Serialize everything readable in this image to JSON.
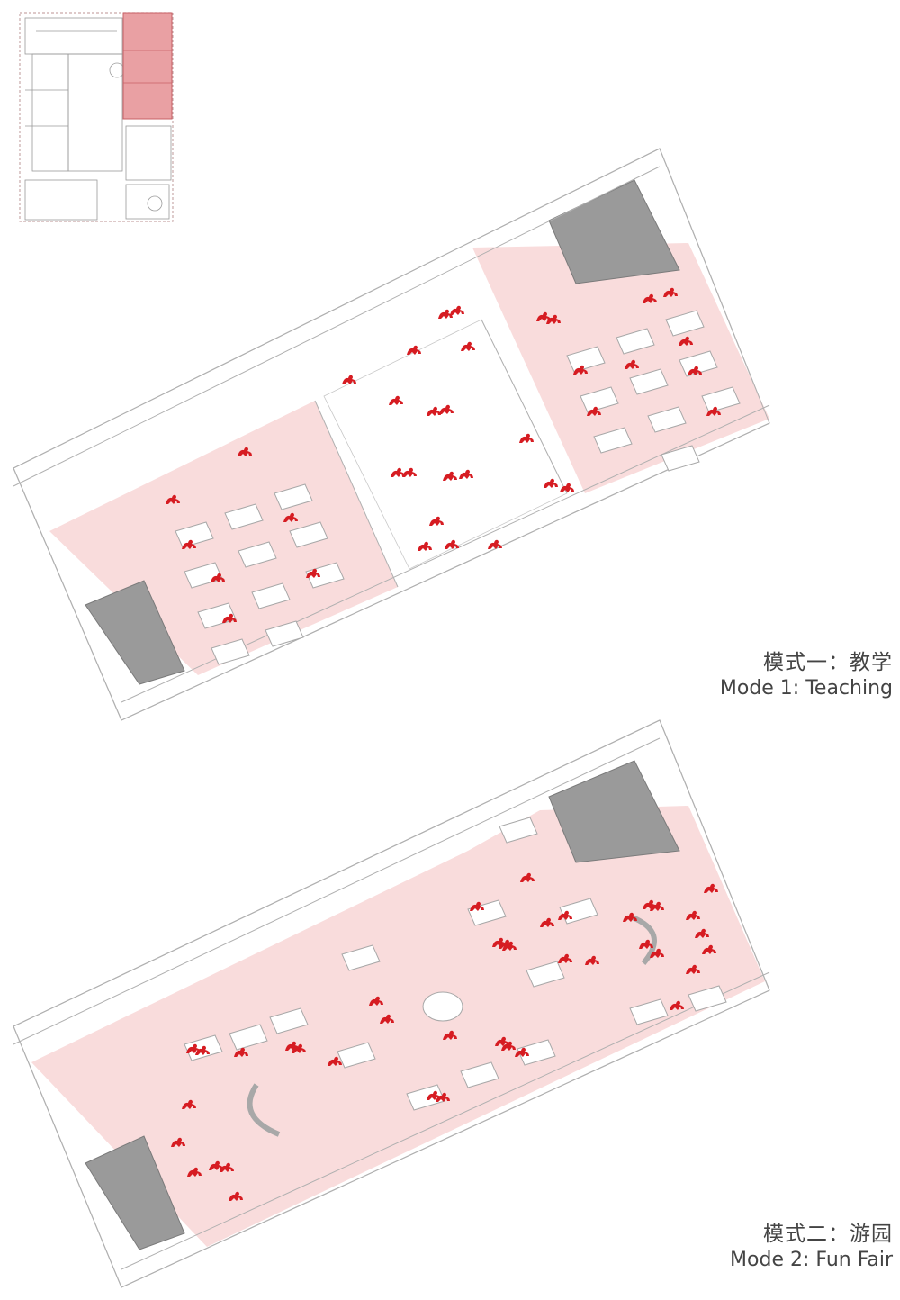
{
  "colors": {
    "highlight": "#f9dcdc",
    "highlight_strong": "#e9a0a3",
    "people": "#d61c22",
    "line": "#b8b8b8",
    "core": "#9a9a9a"
  },
  "key_plan": {
    "icon": "floor-plan-key-icon"
  },
  "modes": [
    {
      "caption_zh": "模式一：教学",
      "caption_en": "Mode 1: Teaching"
    },
    {
      "caption_zh": "模式二：游园",
      "caption_en": "Mode 2: Fun Fair"
    }
  ]
}
